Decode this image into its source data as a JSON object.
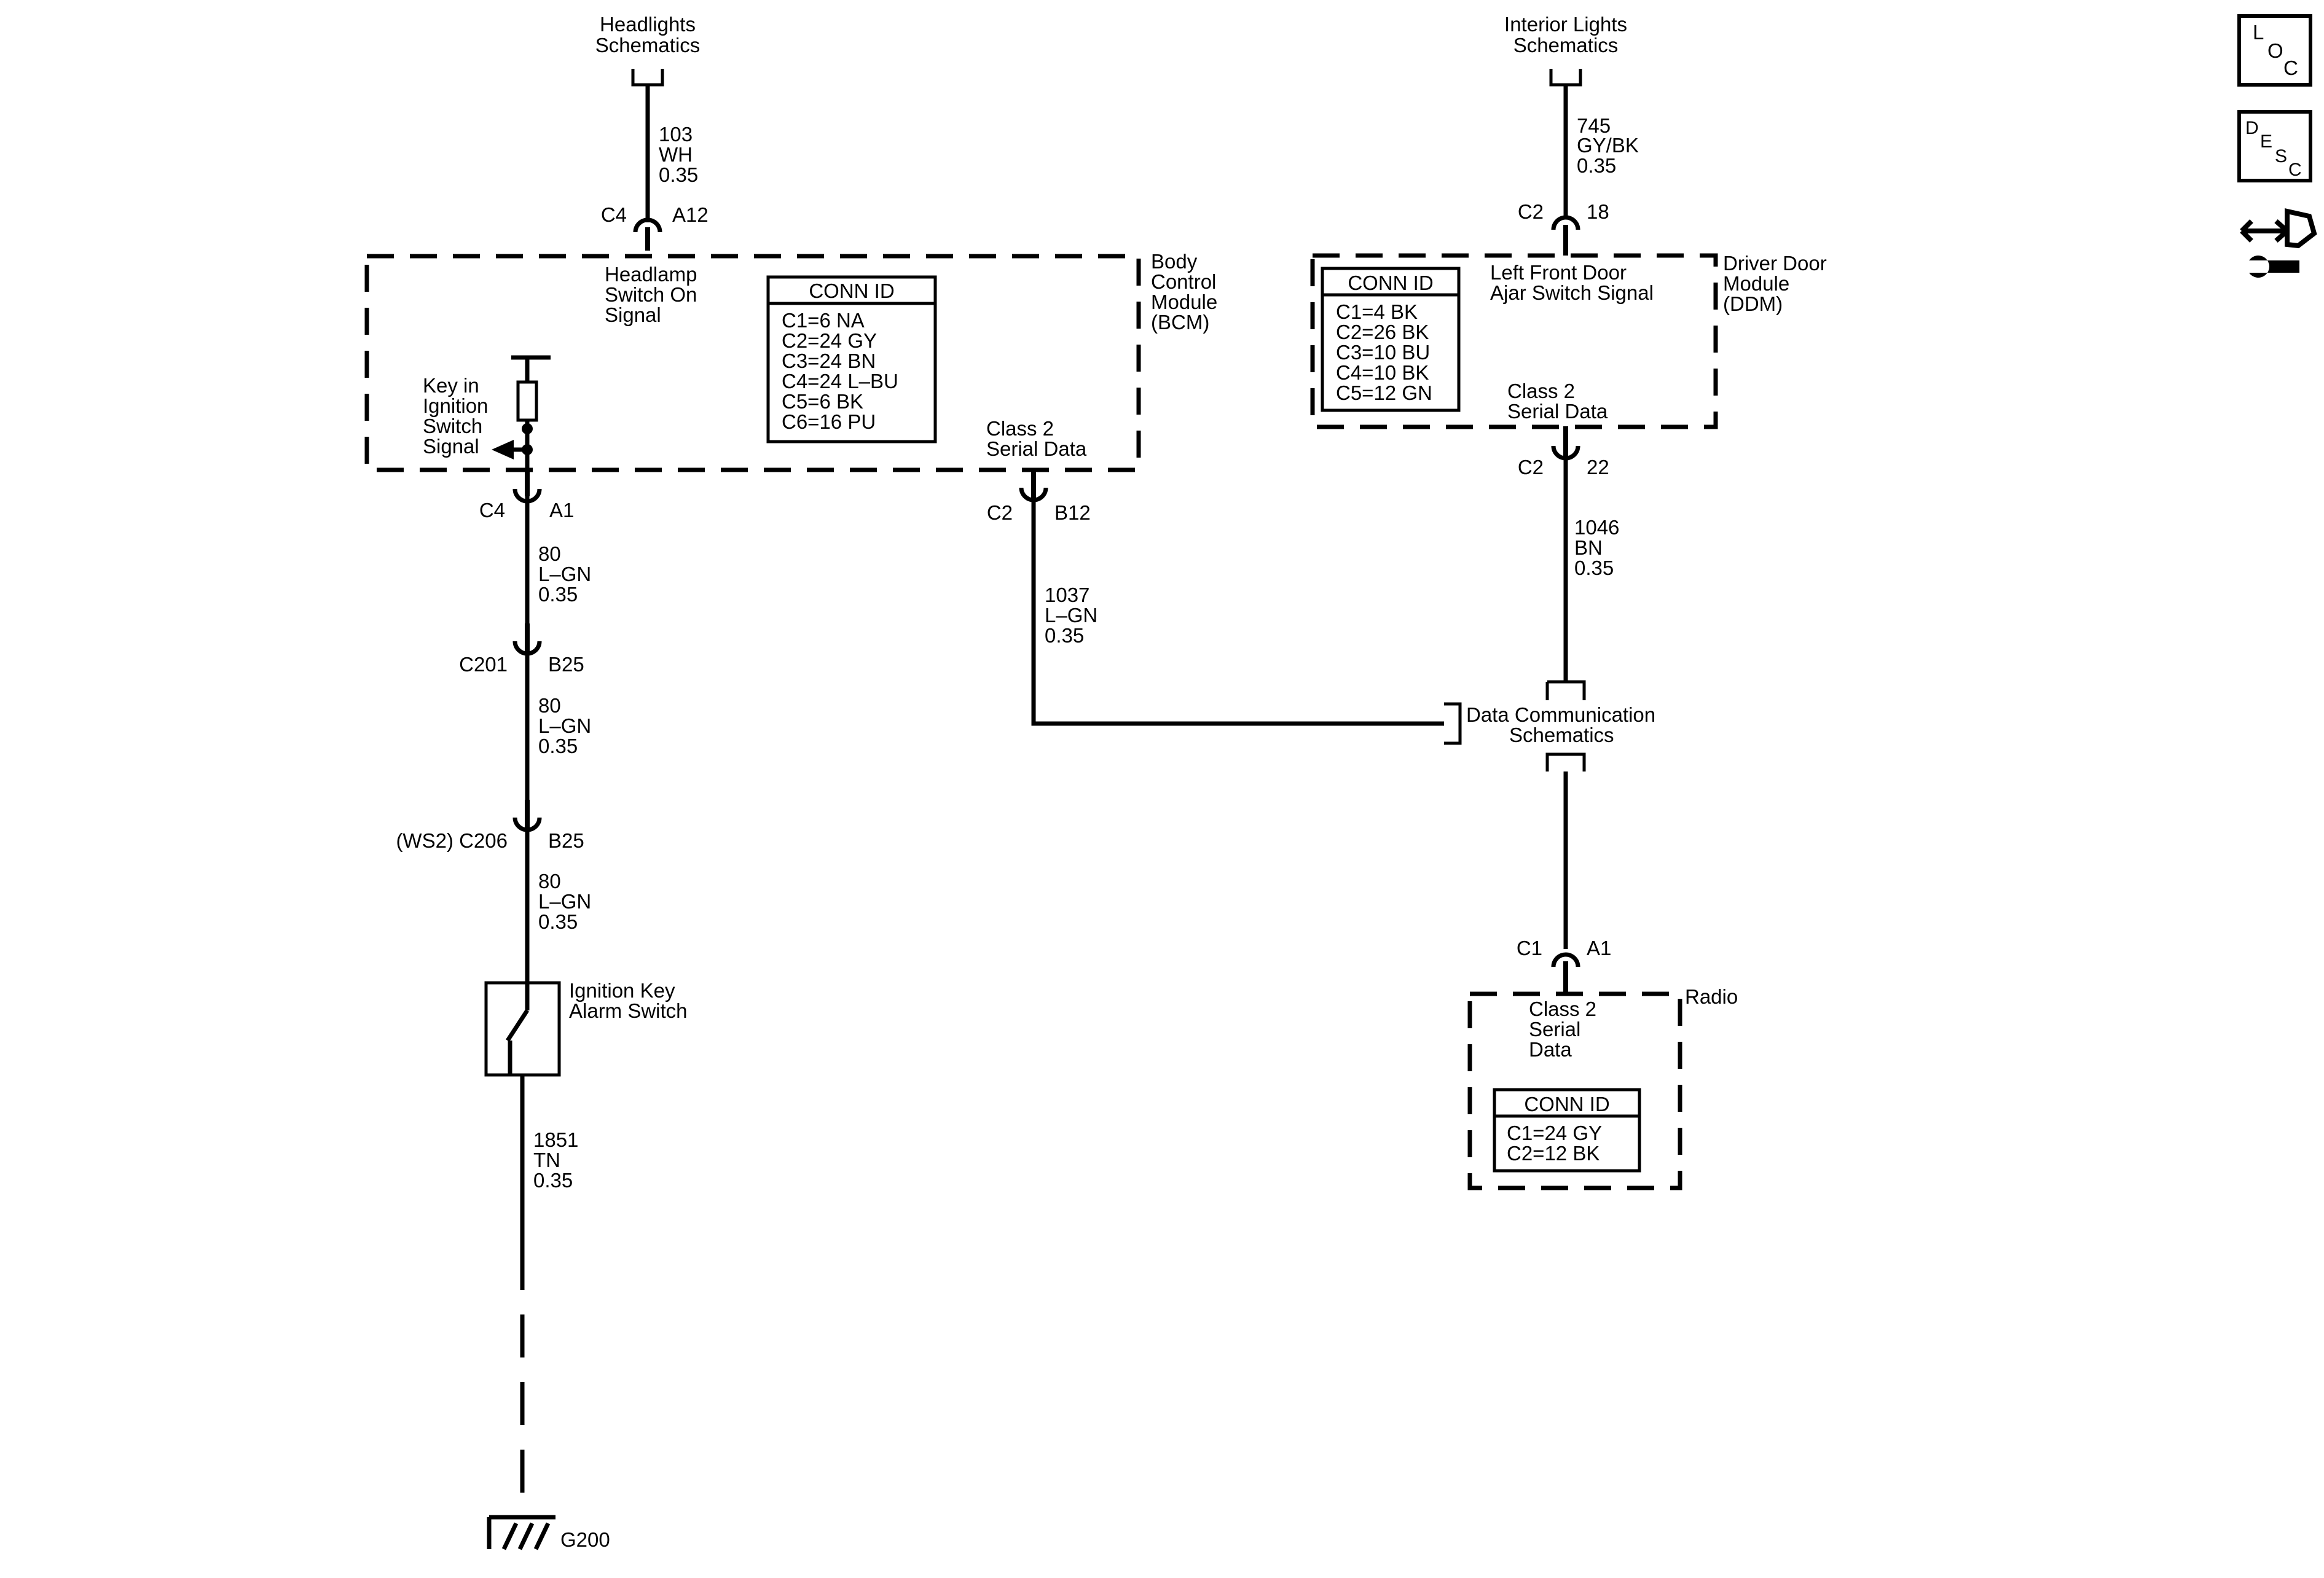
{
  "top_connectors": {
    "headlights": {
      "line1": "Headlights",
      "line2": "Schematics"
    },
    "interior": {
      "line1": "Interior Lights",
      "line2": "Schematics"
    }
  },
  "wires": {
    "w103": {
      "circuit": "103",
      "color": "WH",
      "gauge": "0.35"
    },
    "w745": {
      "circuit": "745",
      "color": "GY/BK",
      "gauge": "0.35"
    },
    "w80a": {
      "circuit": "80",
      "color": "L–GN",
      "gauge": "0.35"
    },
    "w80b": {
      "circuit": "80",
      "color": "L–GN",
      "gauge": "0.35"
    },
    "w80c": {
      "circuit": "80",
      "color": "L–GN",
      "gauge": "0.35"
    },
    "w1037": {
      "circuit": "1037",
      "color": "L–GN",
      "gauge": "0.35"
    },
    "w1046": {
      "circuit": "1046",
      "color": "BN",
      "gauge": "0.35"
    },
    "w1851": {
      "circuit": "1851",
      "color": "TN",
      "gauge": "0.35"
    }
  },
  "pins": {
    "c4_a12": {
      "conn": "C4",
      "pin": "A12"
    },
    "c2_18": {
      "conn": "C2",
      "pin": "18"
    },
    "c4_a1": {
      "conn": "C4",
      "pin": "A1"
    },
    "c2_b12": {
      "conn": "C2",
      "pin": "B12"
    },
    "c2_22": {
      "conn": "C2",
      "pin": "22"
    },
    "c201_b25": {
      "conn": "C201",
      "pin": "B25"
    },
    "c206_b25": {
      "conn": "(WS2) C206",
      "pin": "B25"
    },
    "c1_a1": {
      "conn": "C1",
      "pin": "A1"
    }
  },
  "bcm": {
    "name": [
      "Body",
      "Control",
      "Module",
      "(BCM)"
    ],
    "headlamp_signal": [
      "Headlamp",
      "Switch On",
      "Signal"
    ],
    "key_signal": [
      "Key in",
      "Ignition",
      "Switch",
      "Signal"
    ],
    "serial": [
      "Class 2",
      "Serial Data"
    ],
    "conn_title": "CONN ID",
    "conn_ids": [
      "C1=6 NA",
      "C2=24 GY",
      "C3=24 BN",
      "C4=24 L–BU",
      "C5=6 BK",
      "C6=16 PU"
    ]
  },
  "ddm": {
    "name": [
      "Driver Door",
      "Module",
      "(DDM)"
    ],
    "signal": [
      "Left Front Door",
      "Ajar Switch Signal"
    ],
    "serial": [
      "Class 2",
      "Serial Data"
    ],
    "conn_title": "CONN ID",
    "conn_ids": [
      "C1=4 BK",
      "C2=26 BK",
      "C3=10 BU",
      "C4=10 BK",
      "C5=12 GN"
    ]
  },
  "radio": {
    "name": "Radio",
    "serial": [
      "Class 2",
      "Serial",
      "Data"
    ],
    "conn_title": "CONN ID",
    "conn_ids": [
      "C1=24 GY",
      "C2=12 BK"
    ]
  },
  "data_comm": {
    "line1": "Data Communication",
    "line2": "Schematics"
  },
  "ignition_switch": {
    "line1": "Ignition Key",
    "line2": "Alarm Switch"
  },
  "ground": "G200",
  "side_icons": {
    "loc": {
      "l1": "L",
      "l2": "O",
      "l3": "C"
    },
    "desc": {
      "l1": "D",
      "l2": "E",
      "l3": "S",
      "l4": "C"
    },
    "connector_tool": "connector-repair-icon"
  }
}
